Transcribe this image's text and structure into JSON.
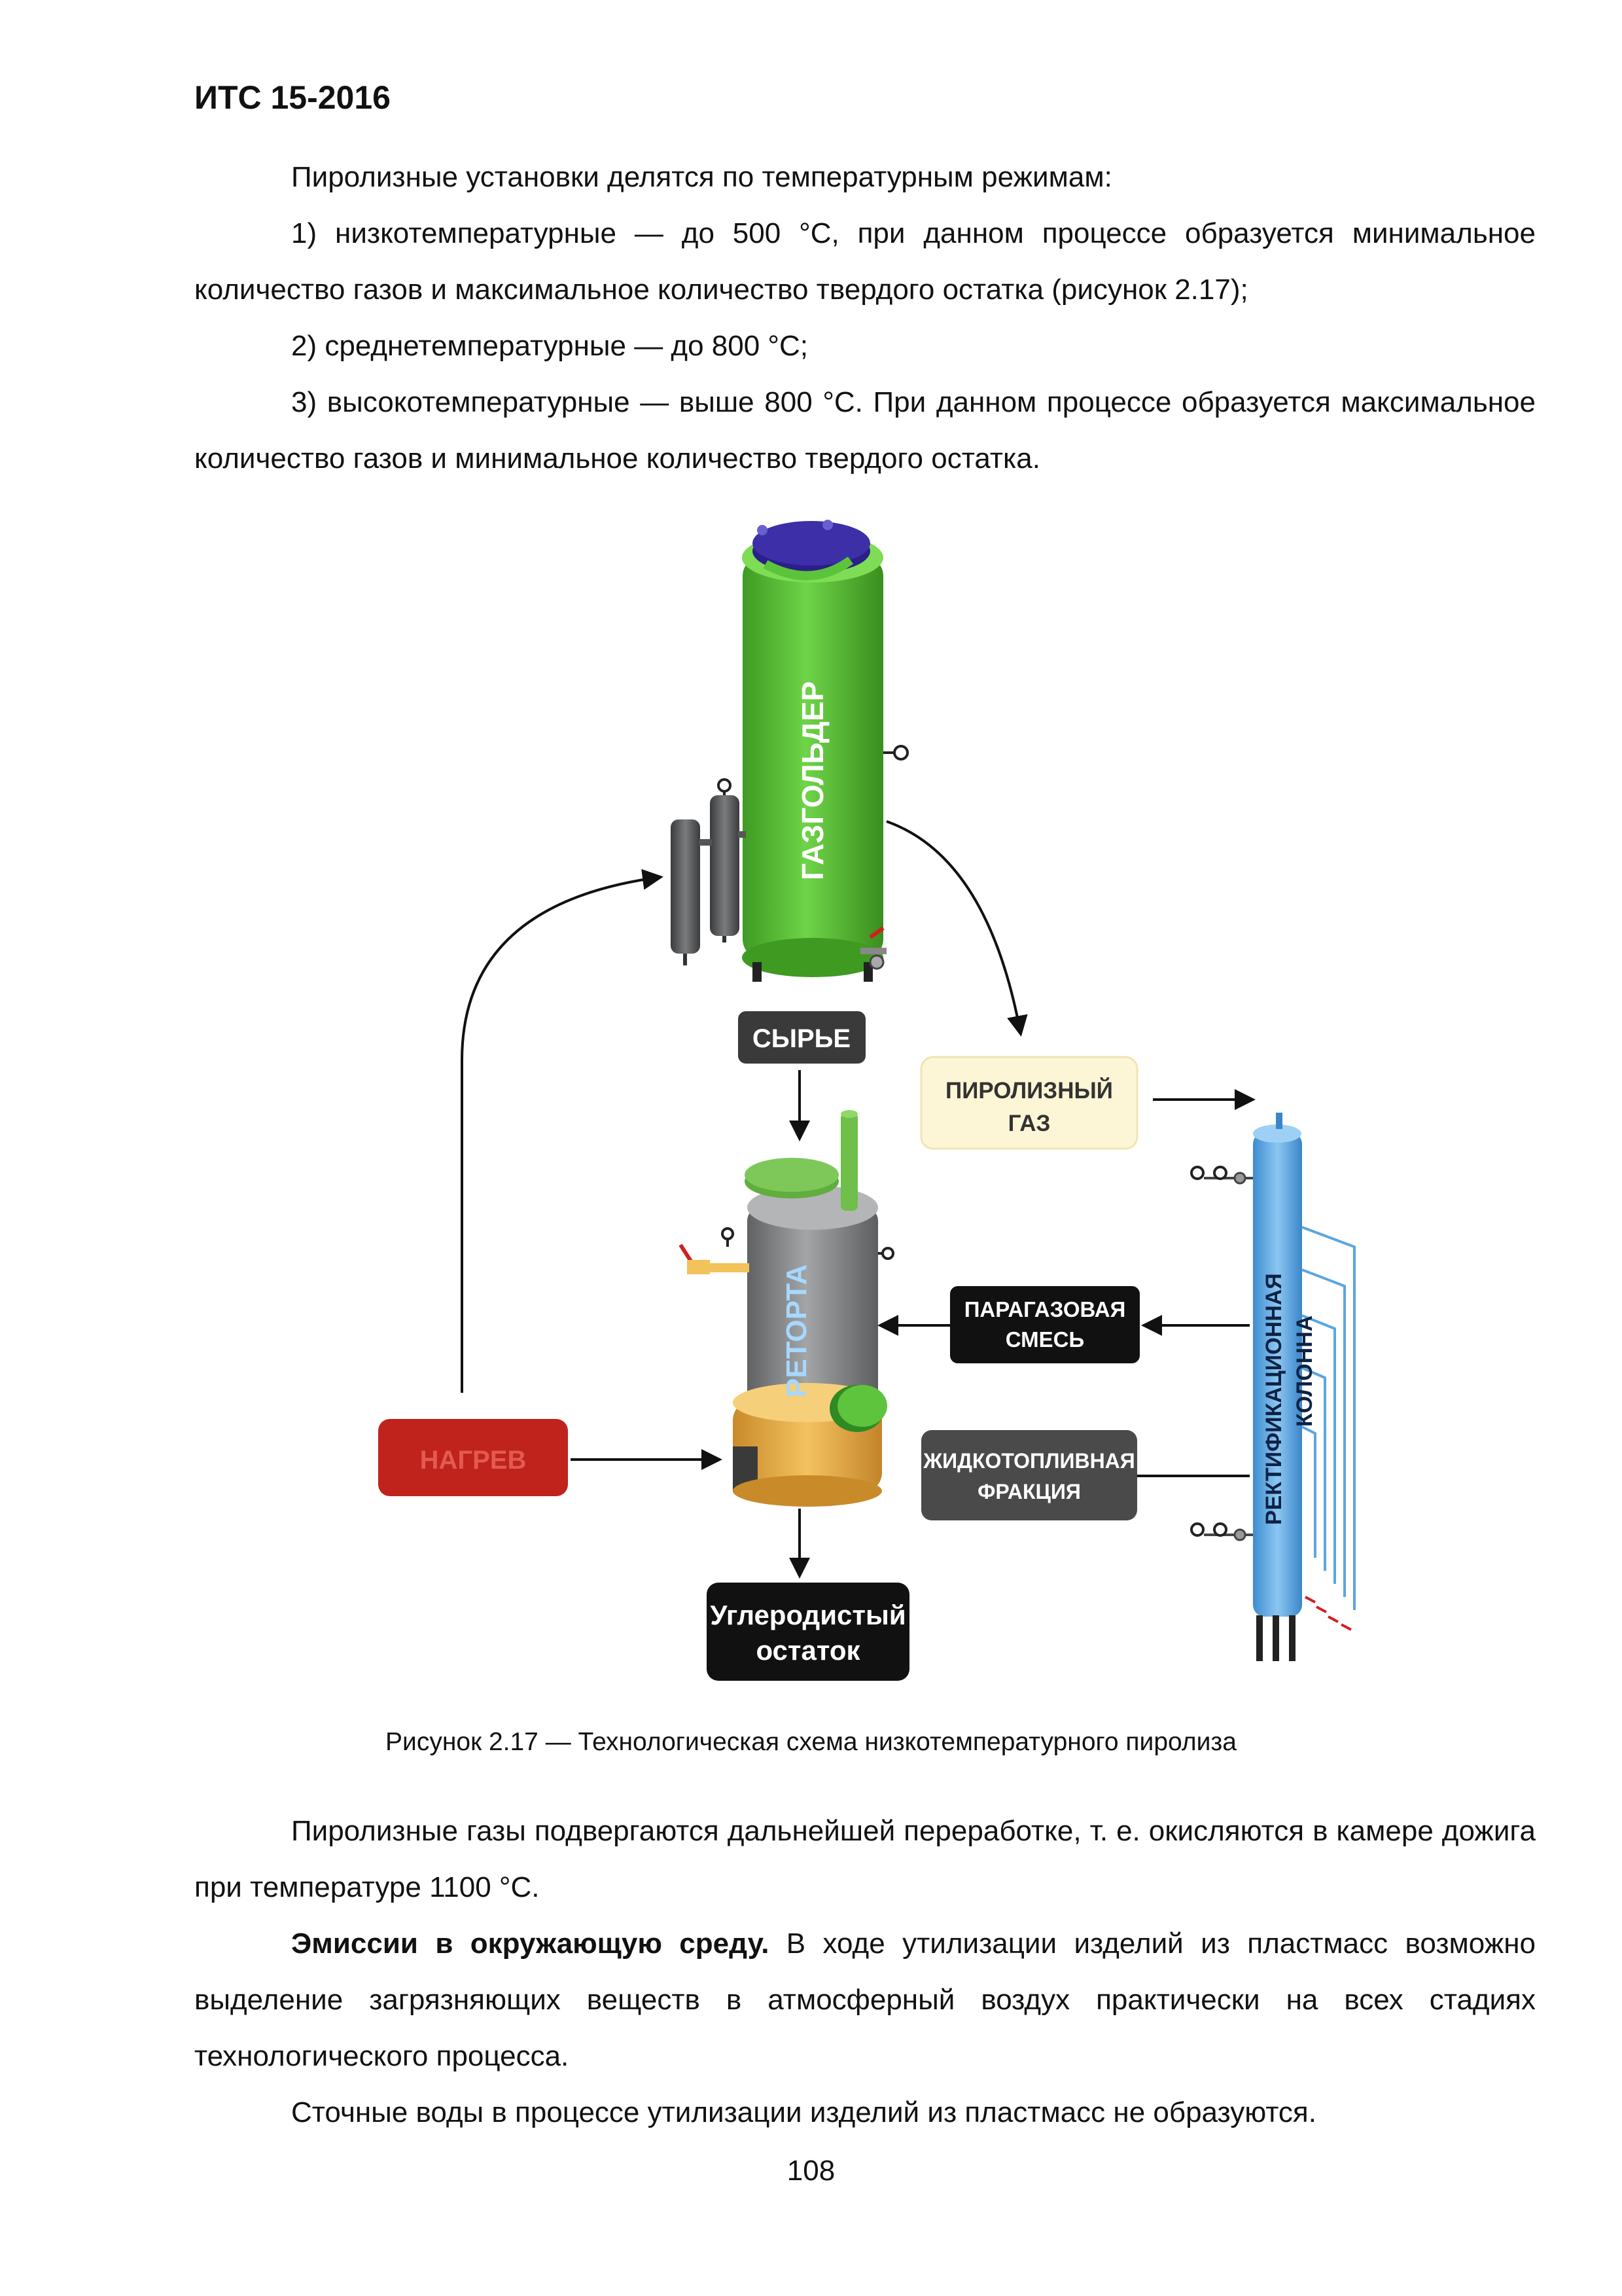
{
  "header": "ИТС 15-2016",
  "para1": "Пиролизные установки делятся по температурным режимам:",
  "para2": "1) низкотемпературные — до 500 °С, при данном процессе образуется минимальное количество газов и максимальное количество твердого остатка (рисунок 2.17);",
  "para3": "2) среднетемпературные — до 800 °С;",
  "para4": "3) высокотемпературные — выше 800 °С. При данном процессе образуется максимальное количество газов и минимальное количество твердого остатка.",
  "figure": {
    "gasholder": "ГАЗГОЛЬДЕР",
    "raw": "СЫРЬЕ",
    "pyro_gas_line1": "ПИРОЛИЗНЫЙ",
    "pyro_gas_line2": "ГАЗ",
    "retort": "РЕТОРТА",
    "steam_gas_line1": "ПАРАГАЗОВАЯ",
    "steam_gas_line2": "СМЕСЬ",
    "heating": "НАГРЕВ",
    "liquid_line1": "ЖИДКОТОПЛИВНАЯ",
    "liquid_line2": "ФРАКЦИЯ",
    "carbon_line1": "Углеродистый",
    "carbon_line2": "остаток",
    "column_line1": "РЕКТИФИКАЦИОННАЯ",
    "column_line2": "КОЛОННА"
  },
  "caption": "Рисунок 2.17 — Технологическая схема низкотемпературного пиролиза",
  "para5": "Пиролизные газы подвергаются дальнейшей переработке, т. е. окисляются в камере дожига при температуре 1100 °С.",
  "para6_bold": "Эмиссии в окружающую среду.",
  "para6_rest": " В ходе утилизации изделий из пластмасс возможно выделение загрязняющих веществ в атмосферный воздух практически на всех стадиях технологического процесса.",
  "para7": "Сточные воды в процессе утилизации изделий из пластмасс не образуются.",
  "page_number": "108",
  "colors": {
    "gasholder": "#5cc43a",
    "lid": "#3c2fa8",
    "retort": "#8a8c8e",
    "retort_lid": "#7ec85a",
    "furnace": "#e8b04a",
    "column": "#5aa6e0",
    "dark_box": "#3a3a3a",
    "black_box": "#111111",
    "red_box": "#c0221c",
    "gas_box": "#fdf6d6"
  }
}
